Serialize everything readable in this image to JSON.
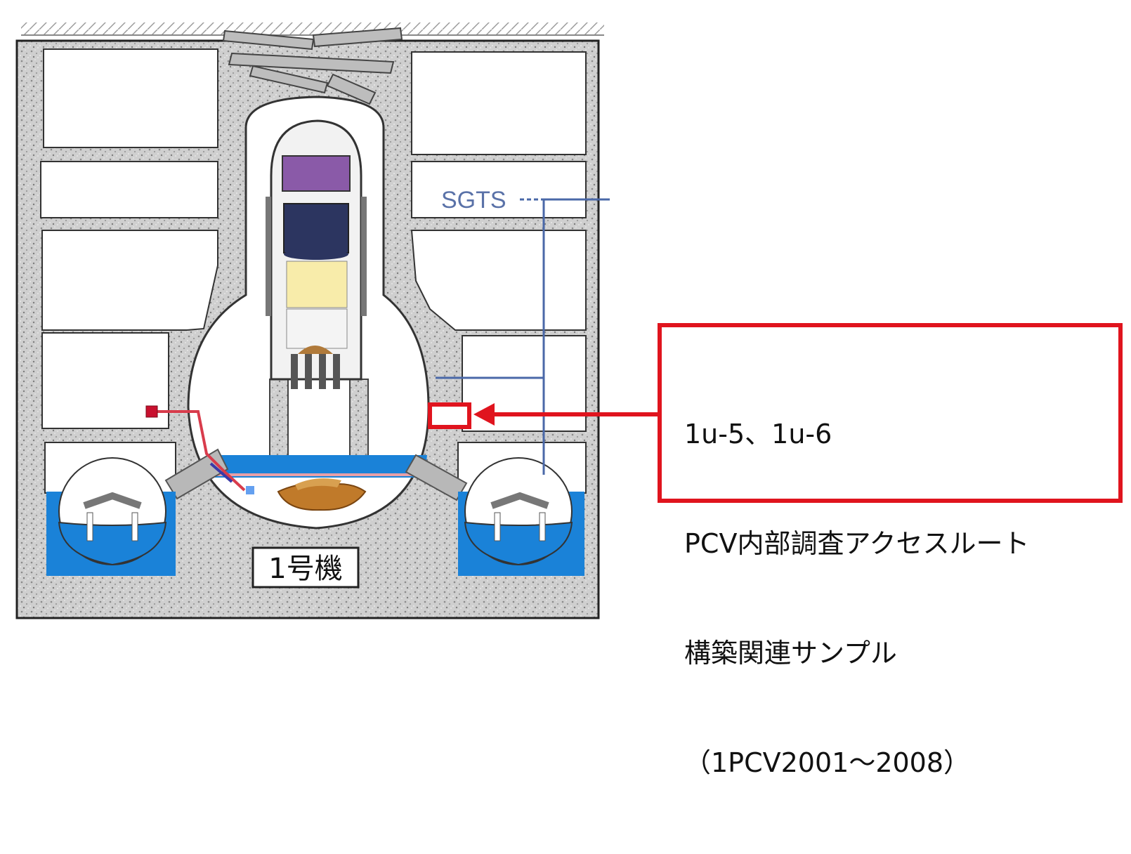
{
  "labels": {
    "sgts": "SGTS",
    "unit": "1号機"
  },
  "callout": {
    "lines": [
      "1u-5、1u-6",
      "PCV内部調査アクセスルート",
      "構築関連サンプル",
      "（1PCV2001～2008）"
    ]
  },
  "colors": {
    "highlight": "#e0141e",
    "water": "#1a82d8",
    "pipe": "#5a72a8",
    "concrete": "#c9c9c9"
  }
}
